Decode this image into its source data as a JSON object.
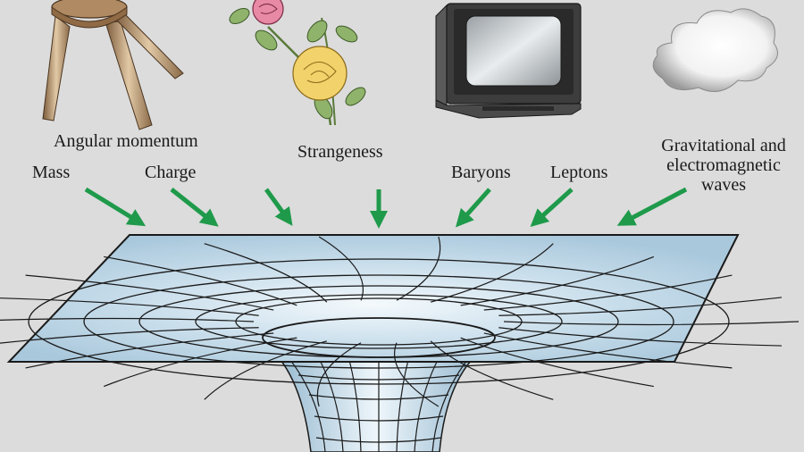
{
  "labels": {
    "angular_momentum": "Angular momentum",
    "mass": "Mass",
    "charge": "Charge",
    "strangeness": "Strangeness",
    "baryons": "Baryons",
    "leptons": "Leptons",
    "waves_line1": "Gravitational and",
    "waves_line2": "electromagnetic",
    "waves_line3": "waves"
  },
  "colors": {
    "background": "#dcdcdc",
    "arrow": "#1e9a4a",
    "grid_line": "#1a1a1a",
    "sheet_fill": "#b9d3e3",
    "sheet_center": "#f4f9fc"
  },
  "icons": [
    "stool-icon",
    "flowers-icon",
    "television-icon",
    "cloud-icon"
  ]
}
